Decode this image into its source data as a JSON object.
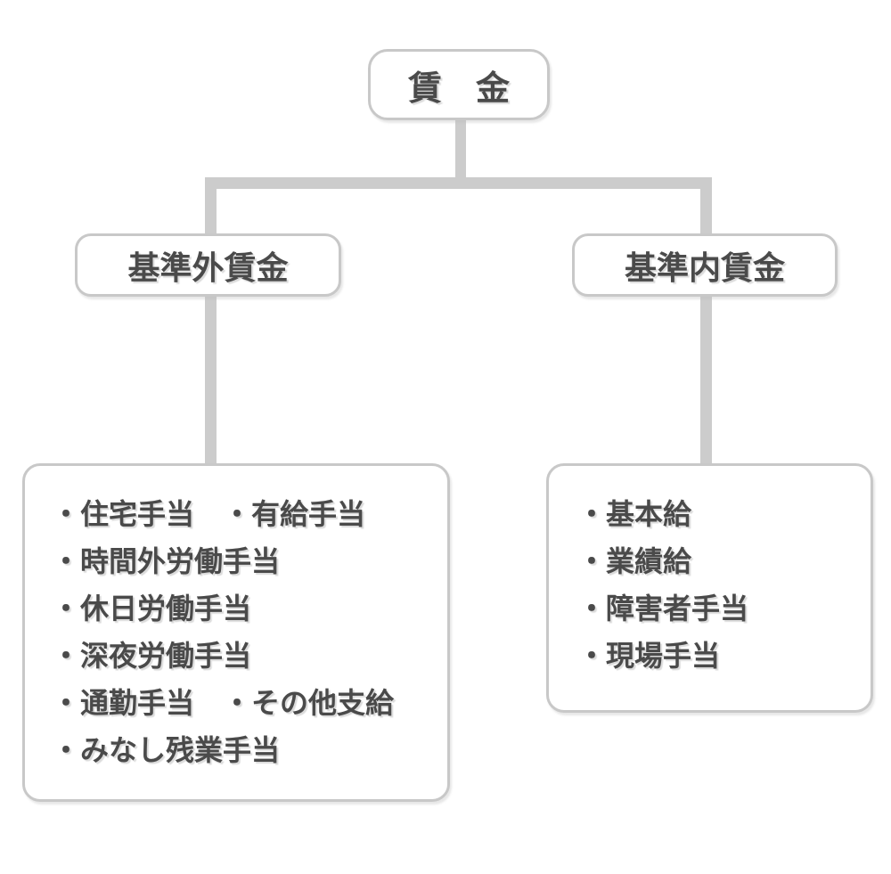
{
  "diagram": {
    "title": "wage-breakdown-tree",
    "colors": {
      "background": "#ffffff",
      "box_border": "#c8c8c8",
      "connector": "#cccccc",
      "text": "#4a4a4a"
    },
    "root": {
      "label": "賃　金"
    },
    "branches": [
      {
        "label": "基準外賃金",
        "items": [
          "・住宅手当　・有給手当",
          "・時間外労働手当",
          "・休日労働手当",
          "・深夜労働手当",
          "・通勤手当　・その他支給",
          "・みなし残業手当"
        ]
      },
      {
        "label": "基準内賃金",
        "items": [
          "・基本給",
          "・業績給",
          "・障害者手当",
          "・現場手当"
        ]
      }
    ]
  }
}
